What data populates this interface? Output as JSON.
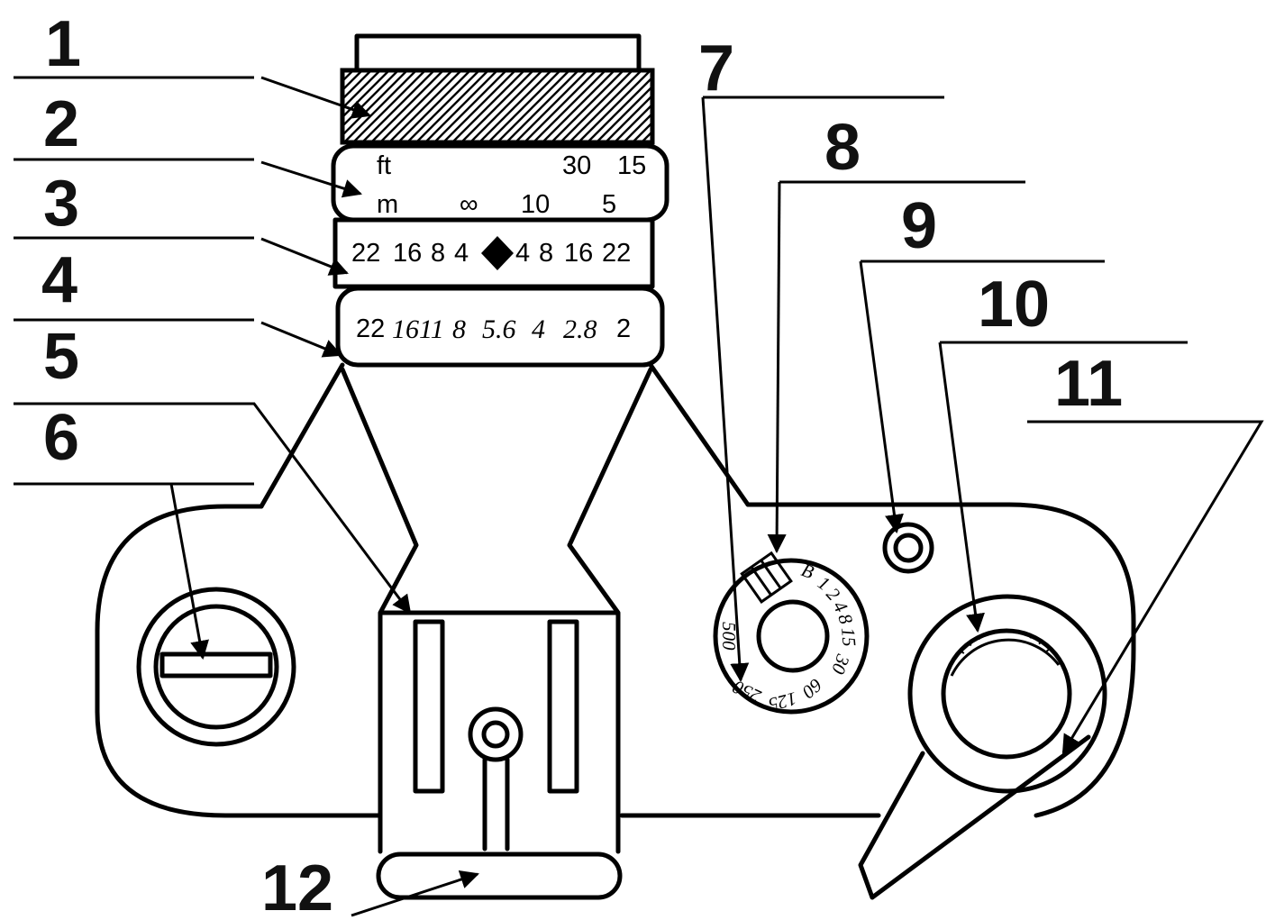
{
  "callouts": [
    "1",
    "2",
    "3",
    "4",
    "5",
    "6",
    "7",
    "8",
    "9",
    "10",
    "11",
    "12"
  ],
  "distance_scale": {
    "ft_label": "ft",
    "ft_values": [
      "30",
      "15"
    ],
    "m_label": "m",
    "m_values": [
      "∞",
      "10",
      "5"
    ]
  },
  "depth_of_field_scale": {
    "left": [
      "22",
      "16",
      "8",
      "4"
    ],
    "right": [
      "4",
      "8",
      "16",
      "22"
    ]
  },
  "aperture_scale": [
    "22",
    "16",
    "11",
    "8",
    "5.6",
    "4",
    "2.8",
    "2"
  ],
  "shutter_dial": [
    "B",
    "1",
    "2",
    "4",
    "8",
    "15",
    "30",
    "60",
    "125",
    "250",
    "500"
  ]
}
